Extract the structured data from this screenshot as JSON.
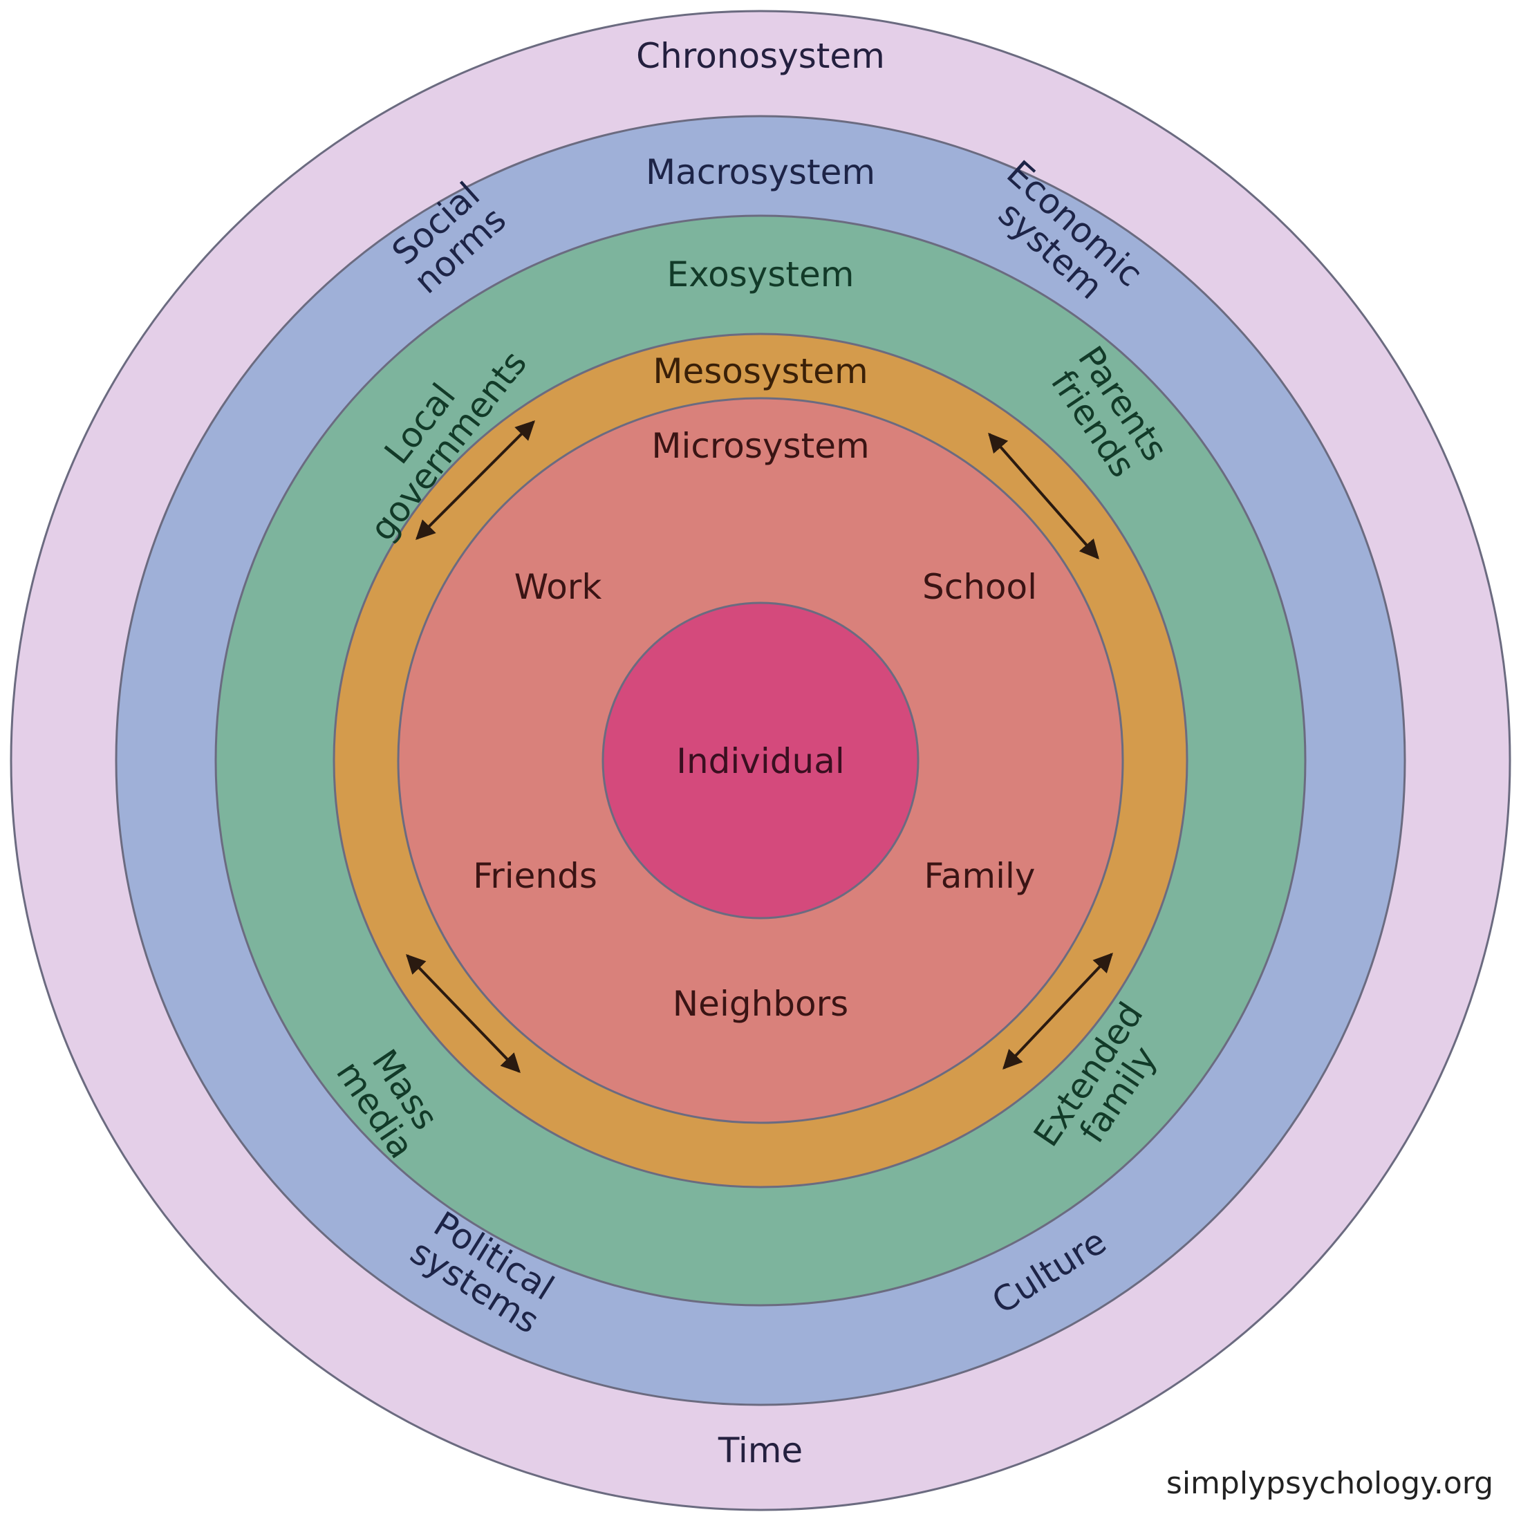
{
  "colors": {
    "chronosystem": "#e4cfe8",
    "macrosystem": "#9fb0d8",
    "exosystem": "#7db49d",
    "mesosystem": "#d49b4c",
    "microsystem": "#d9817b",
    "individual": "#d44a7c"
  },
  "rings": {
    "chronosystem": {
      "title": "Chronosystem",
      "items": [
        "Time"
      ]
    },
    "macrosystem": {
      "title": "Macrosystem",
      "items": [
        [
          "Social",
          "norms"
        ],
        [
          "Economic",
          "system"
        ],
        [
          "Political",
          "systems"
        ],
        [
          "Culture"
        ]
      ]
    },
    "exosystem": {
      "title": "Exosystem",
      "items": [
        [
          "Local",
          "governments"
        ],
        [
          "Parents",
          "friends"
        ],
        [
          "Mass",
          "media"
        ],
        [
          "Extended",
          "family"
        ]
      ]
    },
    "mesosystem": {
      "title": "Mesosystem"
    },
    "microsystem": {
      "title": "Microsystem",
      "items": [
        "Work",
        "School",
        "Friends",
        "Family",
        "Neighbors"
      ]
    },
    "individual": {
      "title": "Individual"
    }
  },
  "credit": "simplypsychology.org"
}
